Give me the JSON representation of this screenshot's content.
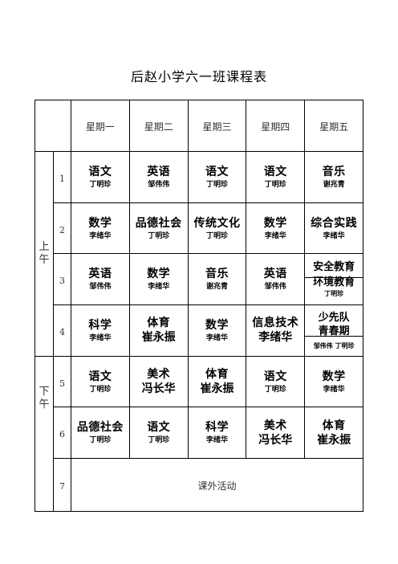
{
  "title": "后赵小学六一班课程表",
  "days": [
    "星期一",
    "星期二",
    "星期三",
    "星期四",
    "星期五"
  ],
  "halves": {
    "morning": [
      "上",
      "午"
    ],
    "afternoon": [
      "下",
      "午"
    ]
  },
  "periods": [
    "1",
    "2",
    "3",
    "4",
    "5",
    "6",
    "7"
  ],
  "rows": [
    [
      {
        "s": "语文",
        "t": "丁明珍"
      },
      {
        "s": "英语",
        "t": "邹伟伟"
      },
      {
        "s": "语文",
        "t": "丁明珍"
      },
      {
        "s": "语文",
        "t": "丁明珍"
      },
      {
        "s": "音乐",
        "t": "谢兆青"
      }
    ],
    [
      {
        "s": "数学",
        "t": "李绪华"
      },
      {
        "s": "品德社会",
        "t": "丁明珍"
      },
      {
        "s": "传统文化",
        "t": "丁明珍"
      },
      {
        "s": "数学",
        "t": "李绪华"
      },
      {
        "s": "综合实践",
        "t": "李绪华"
      }
    ],
    [
      {
        "s": "英语",
        "t": "邹伟伟"
      },
      {
        "s": "数学",
        "t": "李绪华"
      },
      {
        "s": "音乐",
        "t": "谢兆青"
      },
      {
        "s": "英语",
        "t": "邹伟伟"
      },
      {
        "s1": "安全教育",
        "s2": "环境教育",
        "t": "丁明珍"
      }
    ],
    [
      {
        "s": "科学",
        "t": "李绪华"
      },
      {
        "s": "体育",
        "t": "崔永振"
      },
      {
        "s": "数学",
        "t": "李绪华"
      },
      {
        "s": "信息技术",
        "t": "李绪华"
      },
      {
        "s1": "少先队",
        "s2": "青春期",
        "t": "邹伟伟 丁明珍"
      }
    ],
    [
      {
        "s": "语文",
        "t": "丁明珍"
      },
      {
        "s": "美术",
        "t": "冯长华"
      },
      {
        "s": "体育",
        "t": "崔永振"
      },
      {
        "s": "语文",
        "t": "丁明珍"
      },
      {
        "s": "数学",
        "t": "李绪华"
      }
    ],
    [
      {
        "s": "品德社会",
        "t": "丁明珍"
      },
      {
        "s": "语文",
        "t": "丁明珍"
      },
      {
        "s": "科学",
        "t": "李绪华"
      },
      {
        "s": "美术",
        "t": "冯长华"
      },
      {
        "s": "体育",
        "t": "崔永振"
      }
    ]
  ],
  "activity": "课外活动"
}
